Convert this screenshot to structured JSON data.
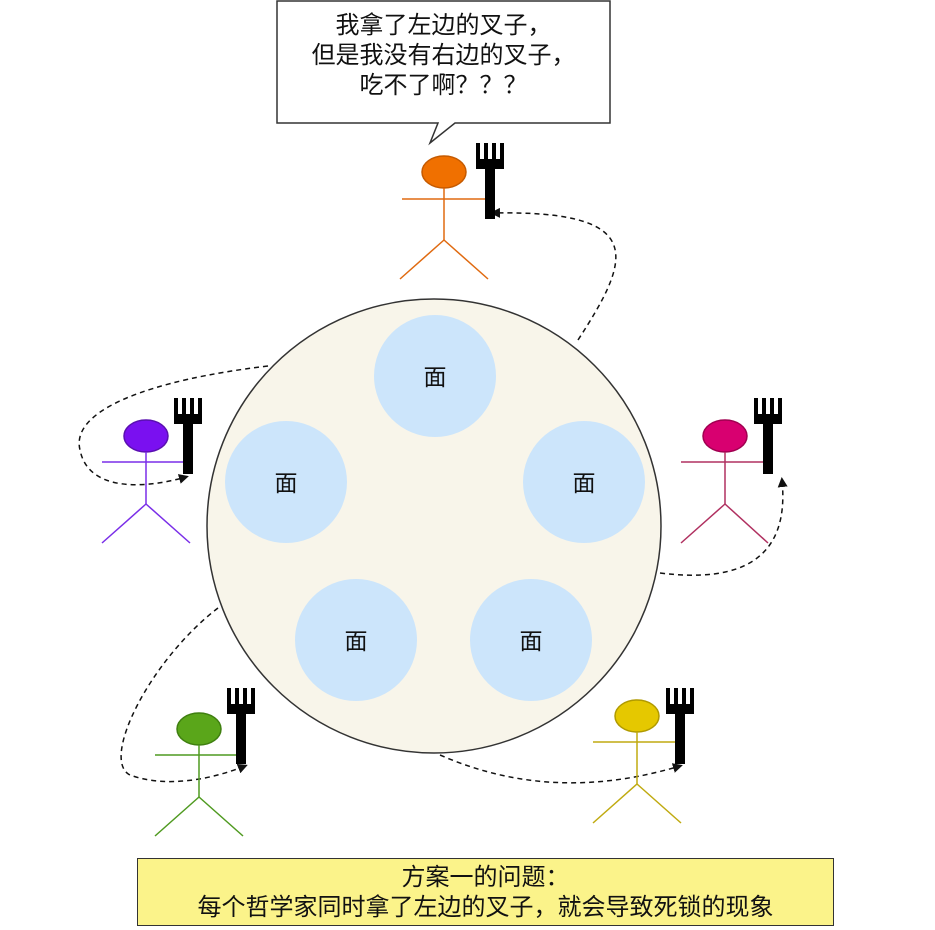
{
  "speech_bubble": {
    "lines": [
      "我拿了左边的叉子，",
      "但是我没有右边的叉子，",
      "吃不了啊？？？"
    ]
  },
  "table": {
    "bowl_label": "面",
    "bowls": [
      "面",
      "面",
      "面",
      "面",
      "面"
    ]
  },
  "philosophers": [
    {
      "id": "top",
      "color": "#e06a10",
      "head_color": "#f07000"
    },
    {
      "id": "left",
      "color": "#7a2ee8",
      "head_color": "#7a10f0"
    },
    {
      "id": "right",
      "color": "#b03060",
      "head_color": "#d80070"
    },
    {
      "id": "bottom-left",
      "color": "#4f9a20",
      "head_color": "#5aa61a"
    },
    {
      "id": "bottom-right",
      "color": "#c0aa10",
      "head_color": "#e5c800"
    }
  ],
  "caption": {
    "line1": "方案一的问题：",
    "line2": "每个哲学家同时拿了左边的叉子，就会导致死锁的现象"
  },
  "colors": {
    "table_fill": "#f8f5ea",
    "bowl_fill": "#cce5fb",
    "caption_fill": "#fbf38a",
    "fork": "#000000"
  }
}
